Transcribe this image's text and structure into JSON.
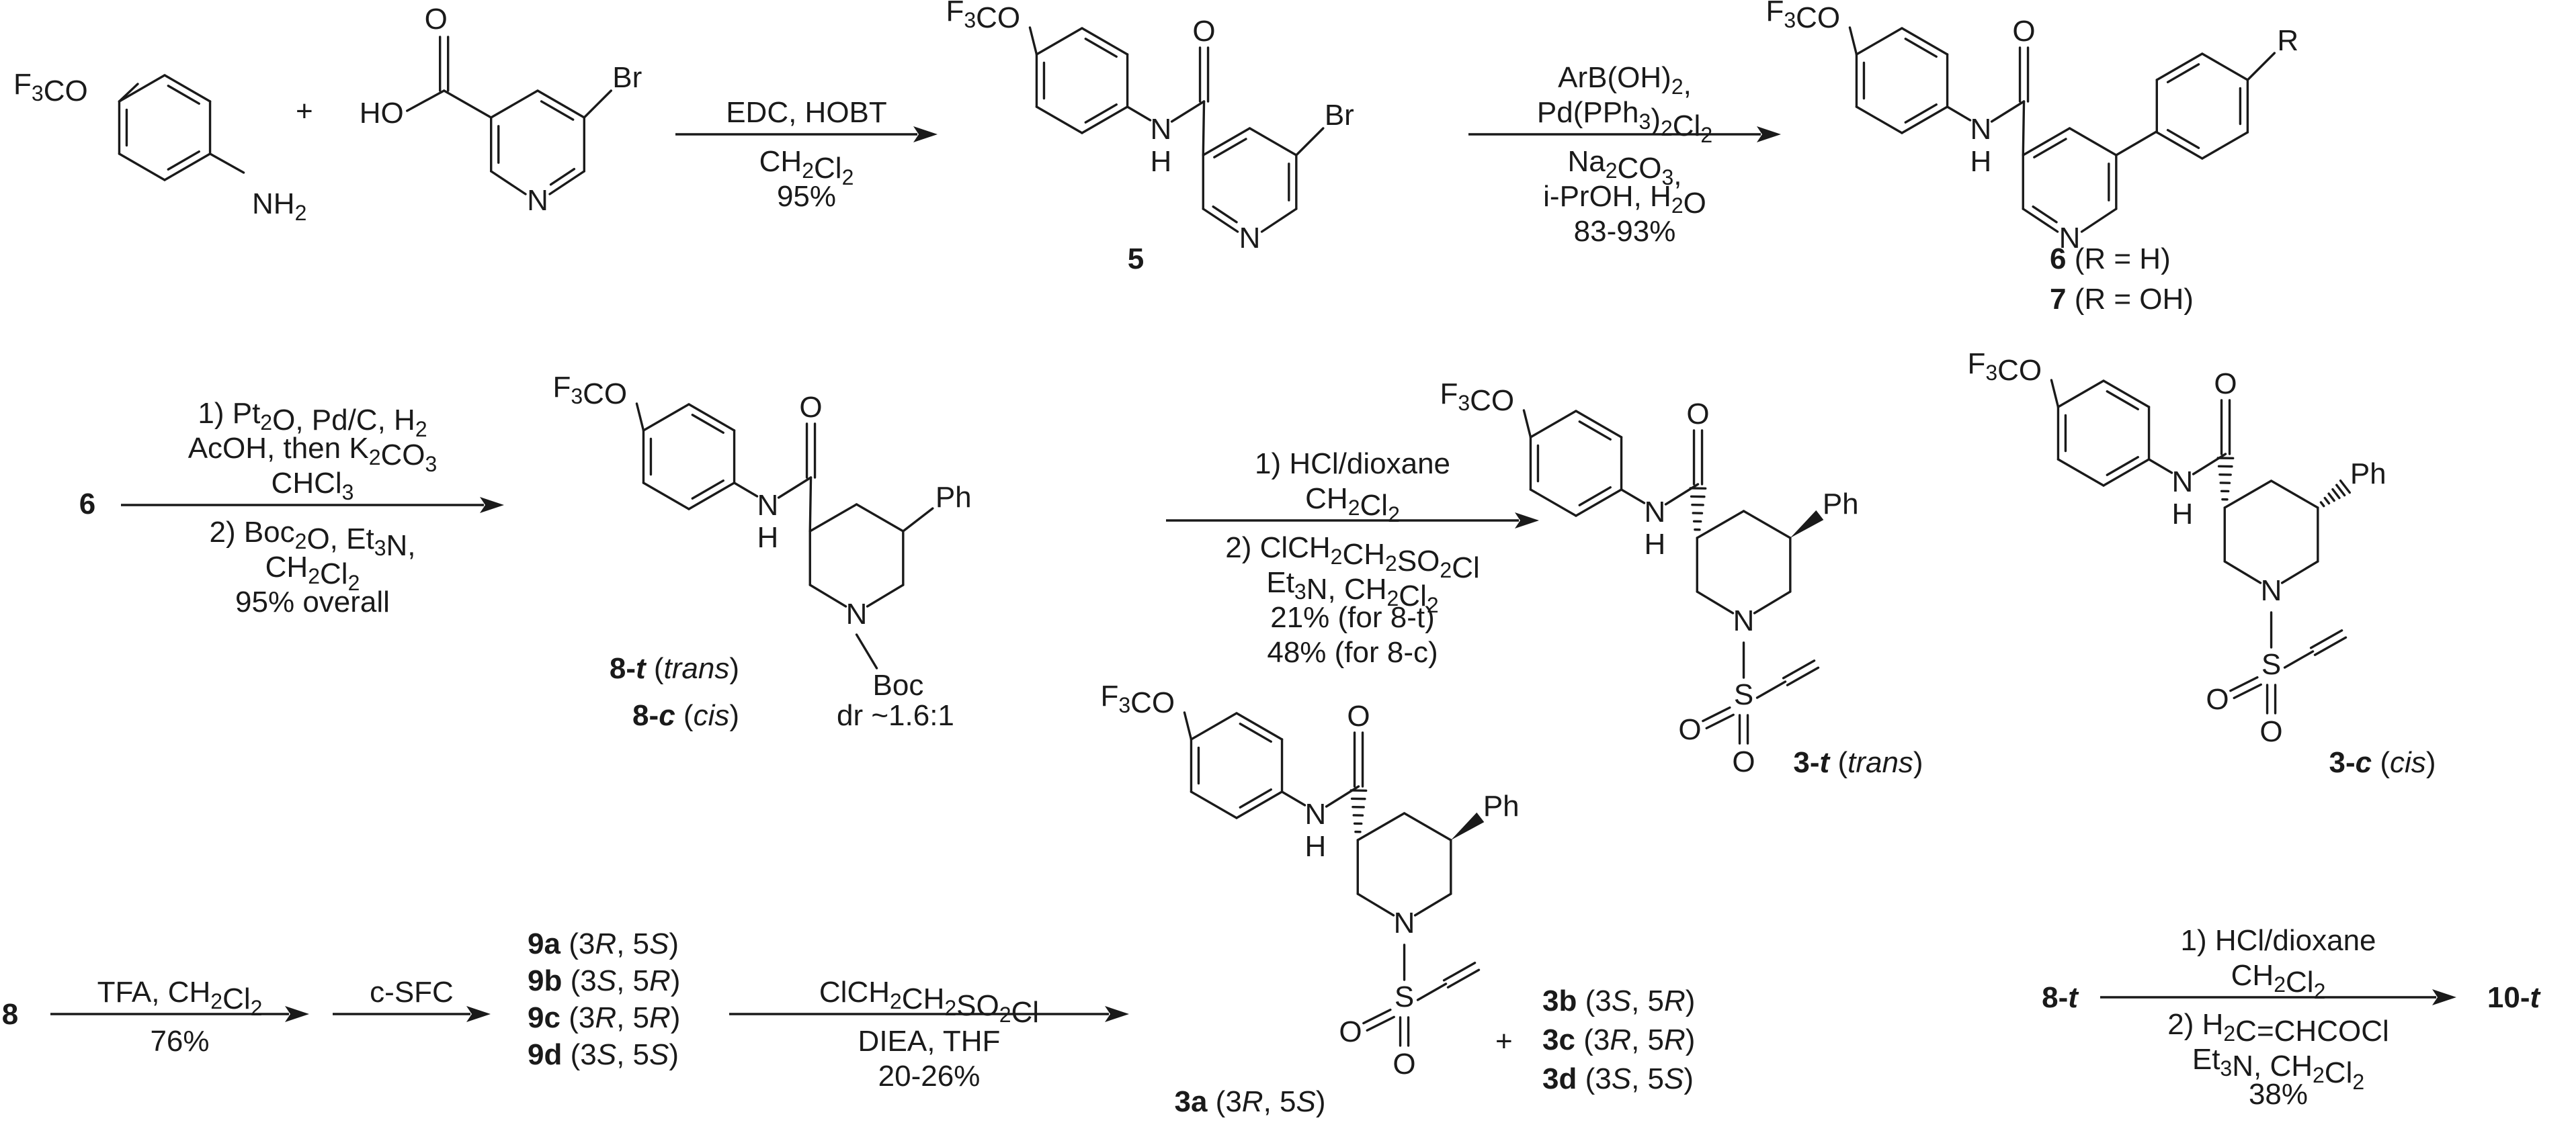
{
  "scheme": {
    "row1": {
      "reactant_aniline_label": "F3CO",
      "reactant_aniline_amine": "NH2",
      "plus": "+",
      "reactant_acid_label": "HO",
      "reactant_acid_br": "Br",
      "arrow1": {
        "above": [
          "EDC, HOBT"
        ],
        "below": [
          "CH2Cl2",
          "95%"
        ]
      },
      "compound5": {
        "label": "5"
      },
      "arrow2": {
        "above": [
          "ArB(OH)2,",
          "Pd(PPh3)2Cl2"
        ],
        "below": [
          "Na2CO3,",
          "i-PrOH, H2O",
          "83-93%"
        ]
      },
      "compound6": {
        "number": "6",
        "r": "(R = H)"
      },
      "compound7": {
        "number": "7",
        "r": "(R = OH)"
      }
    },
    "row2": {
      "start": "6",
      "arrow3": {
        "above": [
          "1) Pt2O, Pd/C, H2",
          "AcOH, then K2CO3",
          "CHCl3"
        ],
        "below": [
          "2) Boc2O, Et3N,",
          "CH2Cl2",
          "95% overall"
        ]
      },
      "compound8t": {
        "number": "8-t",
        "stereo": "(trans)"
      },
      "compound8c": {
        "number": "8-c",
        "stereo": "(cis)"
      },
      "dr": "dr ~1.6:1",
      "arrow4": {
        "above": [
          "1) HCl/dioxane",
          "CH2Cl2"
        ],
        "below": [
          "2) ClCH2CH2SO2Cl",
          "Et3N, CH2Cl2",
          "21% (for 8-t)",
          "48% (for 8-c)"
        ]
      },
      "compound3t": {
        "number": "3-t",
        "stereo": "(trans)"
      },
      "compound3c": {
        "number": "3-c",
        "stereo": "(cis)"
      }
    },
    "row3": {
      "start": "8",
      "arrow5": {
        "above": [
          "TFA, CH2Cl2"
        ],
        "below": [
          "76%"
        ]
      },
      "arrow6": {
        "above": [
          "c-SFC"
        ]
      },
      "isomers9": [
        "9a (3R, 5S)",
        "9b (3S, 5R)",
        "9c (3R, 5R)",
        "9d (3S, 5S)"
      ],
      "arrow7": {
        "above": [
          "ClCH2CH2SO2Cl"
        ],
        "below": [
          "DIEA, THF",
          "20-26%"
        ]
      },
      "compound3a": {
        "number": "3a",
        "stereo": "(3R, 5S)"
      },
      "isomers3": [
        "3b (3S, 5R)",
        "3c (3R, 5R)",
        "3d (3S, 5S)"
      ],
      "start8t": "8-t",
      "arrow8": {
        "above": [
          "1) HCl/dioxane",
          "CH2Cl2"
        ],
        "below": [
          "2) H2C=CHCOCl",
          "Et3N, CH2Cl2",
          "38%"
        ]
      },
      "product10t": "10-t"
    },
    "atoms": {
      "N": "N",
      "H": "H",
      "O": "O",
      "S": "S",
      "Br": "Br",
      "Ph": "Ph",
      "R": "R",
      "Boc": "Boc",
      "F3CO": "F3CO"
    }
  }
}
